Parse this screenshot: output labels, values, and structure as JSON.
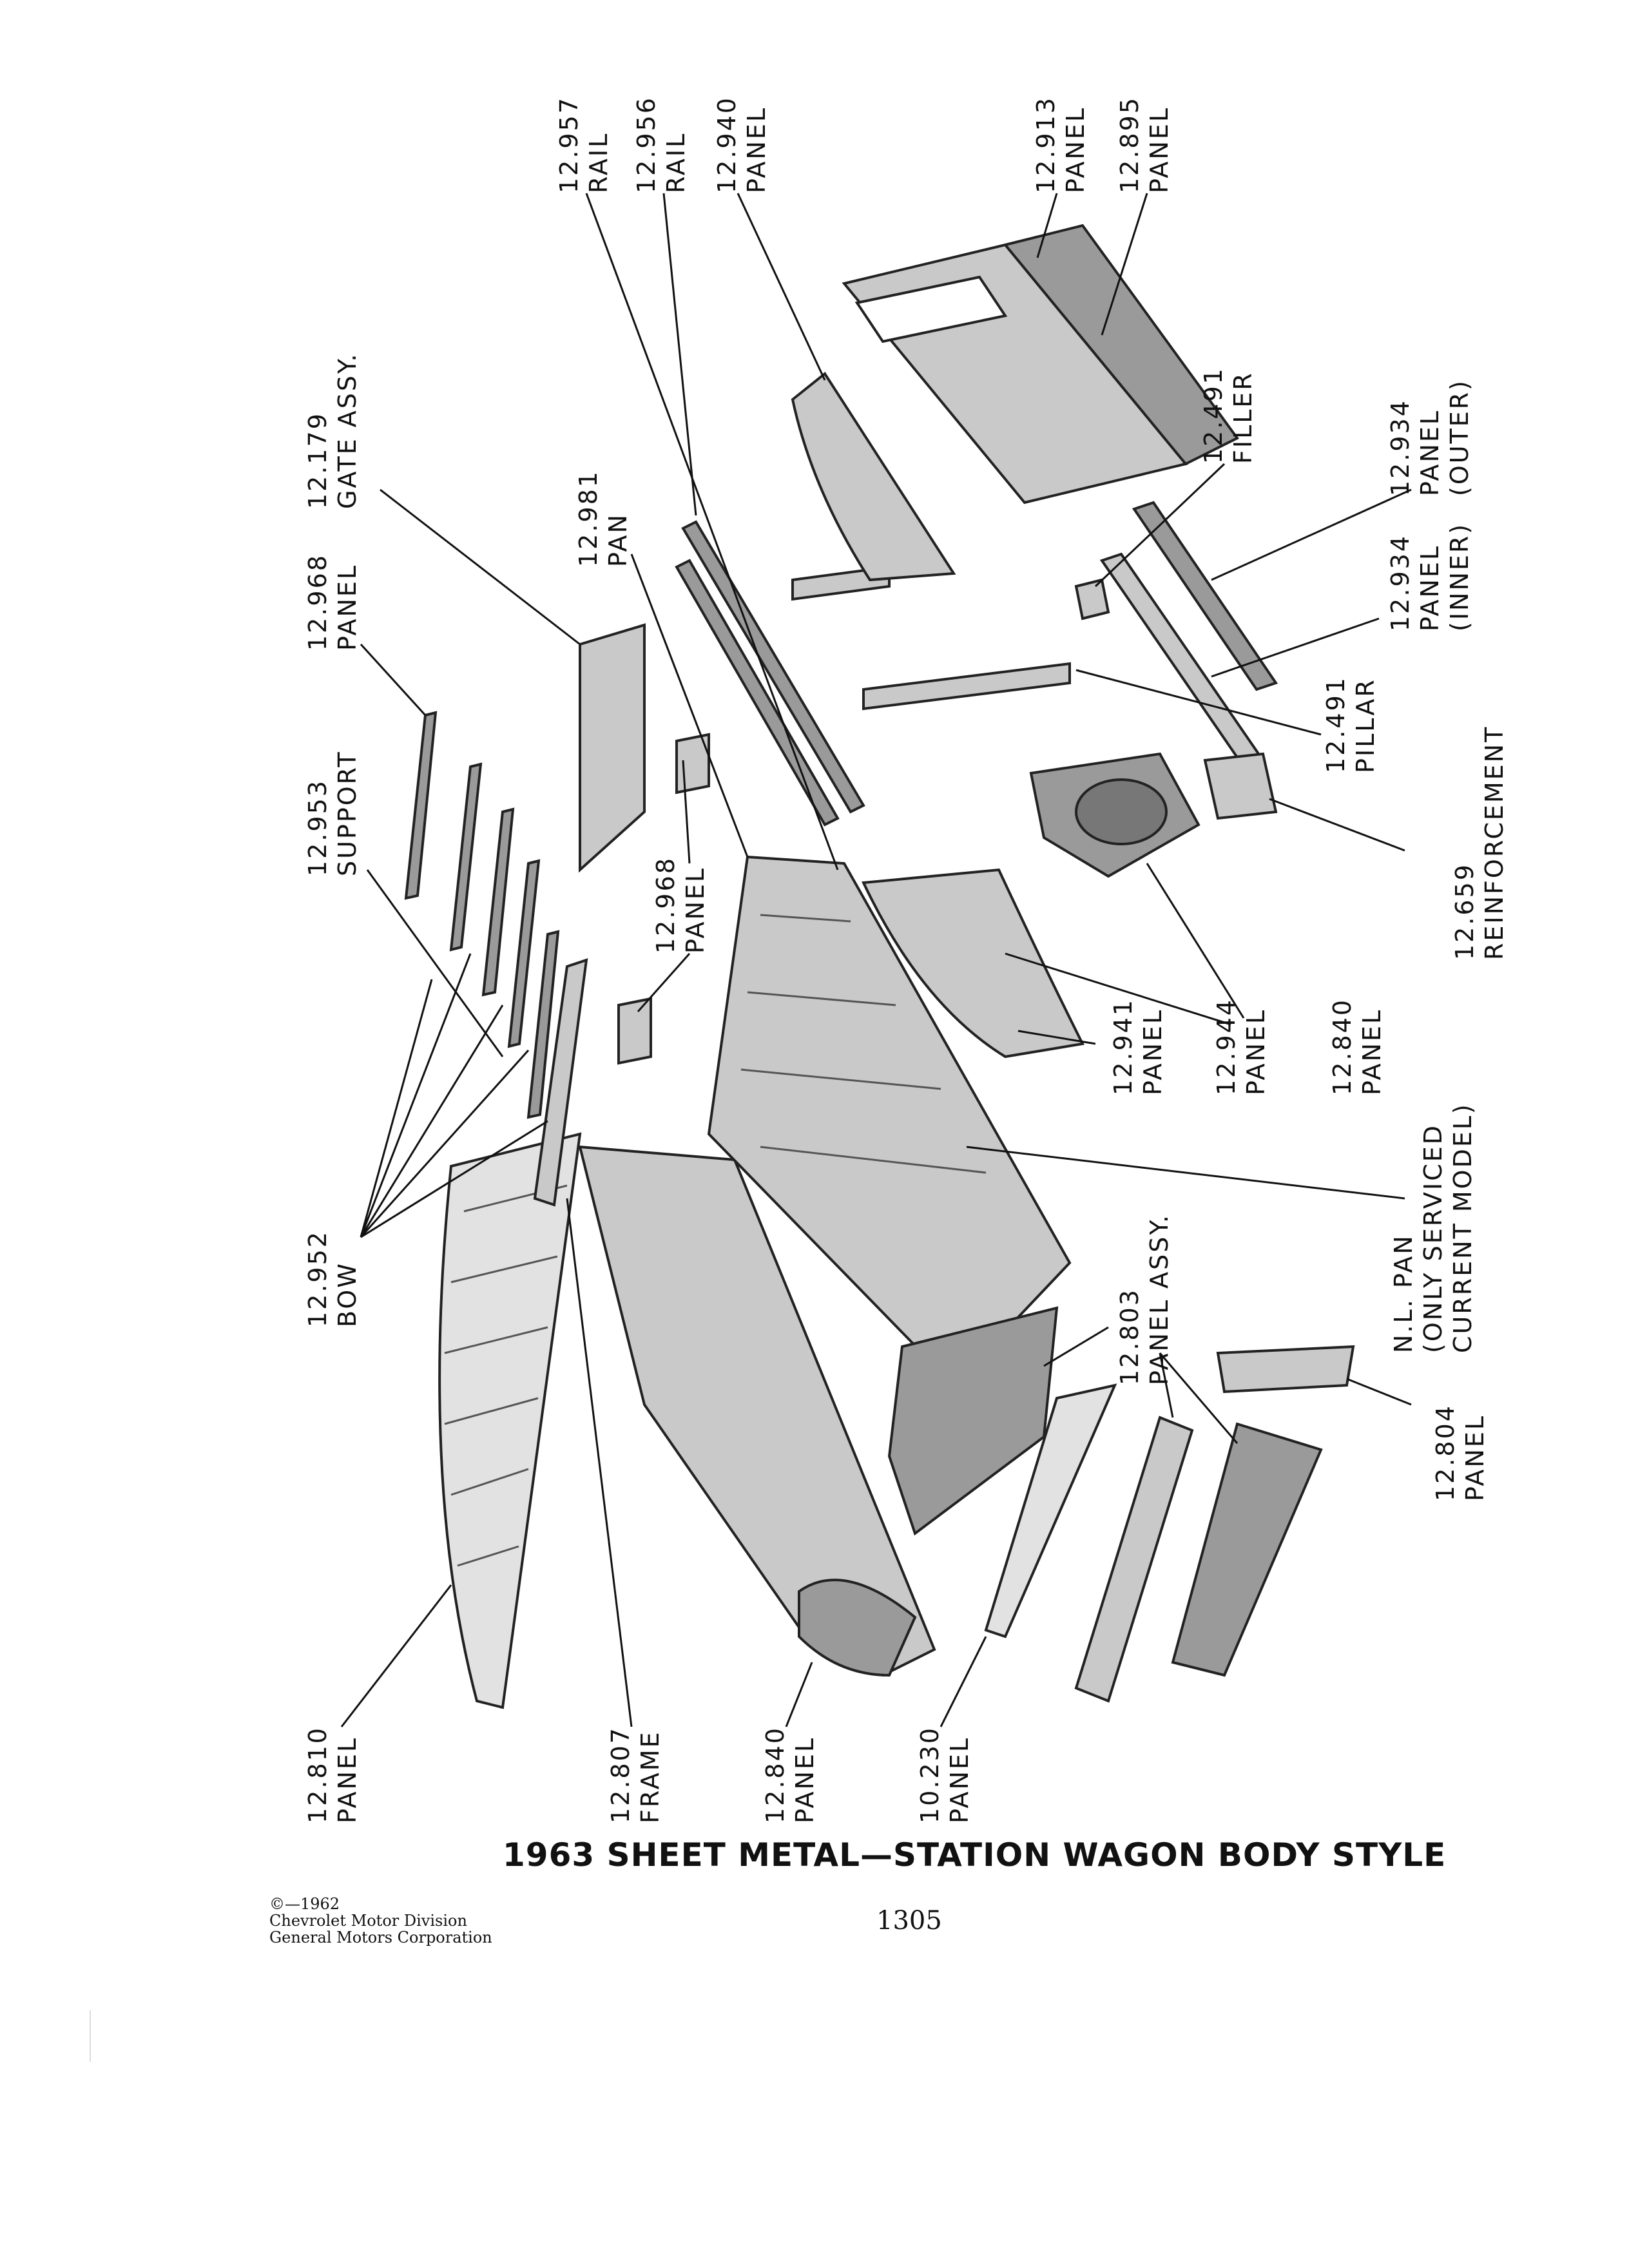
{
  "title": "1963 SHEET METAL—STATION WAGON BODY STYLE",
  "page_number": "1305",
  "copyright": {
    "line1": "©—1962",
    "line2": "Chevrolet Motor Division",
    "line3": "General Motors Corporation"
  },
  "labels": [
    {
      "code": "12.957",
      "name": "RAIL"
    },
    {
      "code": "12.956",
      "name": "RAIL"
    },
    {
      "code": "12.940",
      "name": "PANEL"
    },
    {
      "code": "12.913",
      "name": "PANEL"
    },
    {
      "code": "12.895",
      "name": "PANEL"
    },
    {
      "code": "12.179",
      "name": "GATE ASSY."
    },
    {
      "code": "12.968",
      "name": "PANEL"
    },
    {
      "code": "12.981",
      "name": "PAN"
    },
    {
      "code": "12.491",
      "name": "FILLER"
    },
    {
      "code": "12.934",
      "name": "PANEL",
      "extra": "(OUTER)"
    },
    {
      "code": "12.934",
      "name": "PANEL",
      "extra": "(INNER)"
    },
    {
      "code": "12.953",
      "name": "SUPPORT"
    },
    {
      "code": "12.968",
      "name": "PANEL"
    },
    {
      "code": "12.491",
      "name": "PILLAR"
    },
    {
      "code": "12.659",
      "name": "REINFORCEMENT"
    },
    {
      "code": "12.941",
      "name": "PANEL"
    },
    {
      "code": "12.944",
      "name": "PANEL"
    },
    {
      "code": "12.840",
      "name": "PANEL"
    },
    {
      "code": "12.952",
      "name": "BOW"
    },
    {
      "code": "12.803",
      "name": "PANEL ASSY."
    },
    {
      "code": "N.L. PAN",
      "name": "(ONLY SERVICED",
      "extra": "CURRENT MODEL)"
    },
    {
      "code": "12.804",
      "name": "PANEL"
    },
    {
      "code": "12.810",
      "name": "PANEL"
    },
    {
      "code": "12.807",
      "name": "FRAME"
    },
    {
      "code": "12.840",
      "name": "PANEL"
    },
    {
      "code": "10.230",
      "name": "PANEL"
    }
  ]
}
